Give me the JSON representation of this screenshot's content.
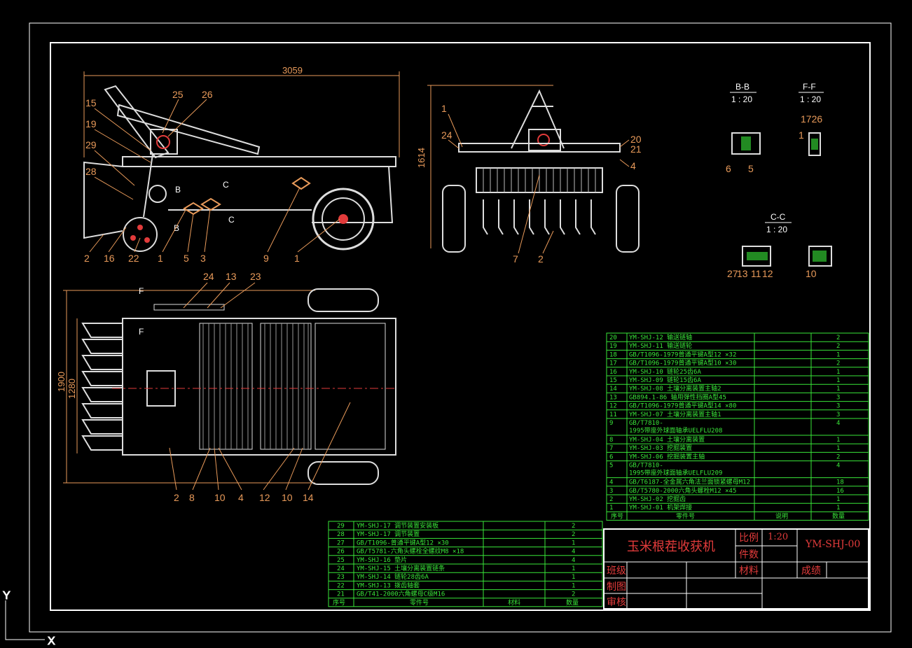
{
  "drawing": {
    "title": "玉米根茬收获机",
    "code": "YM-SHJ-00",
    "scale_label": "比例",
    "scale": "1:20",
    "count_label": "件数",
    "material_label": "材料",
    "grade_label": "成绩",
    "class_label": "班级",
    "drawn_label": "制图",
    "review_label": "审核"
  },
  "dimensions": {
    "length": "3059",
    "height": "1614",
    "width_outer": "1900",
    "width_inner": "1280"
  },
  "sections": {
    "bb": {
      "name": "B-B",
      "scale": "1 : 20"
    },
    "ff": {
      "name": "F-F",
      "scale": "1 : 20"
    },
    "cc": {
      "name": "C-C",
      "scale": "1 : 20"
    },
    "arrow_b": "B",
    "arrow_c": "C",
    "arrow_f": "F"
  },
  "callouts": {
    "side": [
      "15",
      "19",
      "29",
      "28",
      "25",
      "26",
      "2",
      "16",
      "22",
      "1",
      "5",
      "3",
      "9",
      "1"
    ],
    "front": [
      "1",
      "24",
      "20",
      "21",
      "4",
      "7",
      "2"
    ],
    "top": [
      "24",
      "13",
      "23",
      "2",
      "8",
      "10",
      "4",
      "12",
      "10",
      "14"
    ],
    "bb": [
      "6",
      "5"
    ],
    "ff": [
      "1726",
      "1"
    ],
    "cc": [
      "27",
      "13",
      "11",
      "12",
      "10"
    ]
  },
  "bom_right": {
    "headers": [
      "序号",
      "零件号",
      "",
      "说明",
      "数量"
    ],
    "rows": [
      {
        "no": "20",
        "part": "YM-SHJ-12  输送链轴",
        "qty": "2"
      },
      {
        "no": "19",
        "part": "YM-SHJ-11  输送链轮",
        "qty": "2"
      },
      {
        "no": "18",
        "part": "GB/T1096-1979普通平键A型12 ×32",
        "qty": "1"
      },
      {
        "no": "17",
        "part": "GB/T1096-1979普通平键A型10 ×30",
        "qty": "2"
      },
      {
        "no": "16",
        "part": "YM-SHJ-10   链轮25齿6A",
        "qty": "1"
      },
      {
        "no": "15",
        "part": "YM-SHJ-09  链轮15齿6A",
        "qty": "1"
      },
      {
        "no": "14",
        "part": "YM-SHJ-08 土壤分离装置主轴2",
        "qty": "1"
      },
      {
        "no": "13",
        "part": "GB894.1-86 轴用弹性挡圈A型45",
        "qty": "3"
      },
      {
        "no": "12",
        "part": "GB/T1096-1979普通平键A型14 ×80",
        "qty": "3"
      },
      {
        "no": "11",
        "part": "YM-SHJ-07 土壤分离装置主轴1",
        "qty": "3"
      },
      {
        "no": "9",
        "part": "GB/T7810-\n1995带座外球面轴承UELFLU208",
        "qty": "4"
      },
      {
        "no": "8",
        "part": "YM-SHJ-04 土壤分离装置",
        "qty": "1"
      },
      {
        "no": "7",
        "part": "YM-SHJ-03 挖掘装置",
        "qty": "1"
      },
      {
        "no": "6",
        "part": "YM-SHJ-06 挖掘装置主轴",
        "qty": "2"
      },
      {
        "no": "5",
        "part": "GB/T7810-\n1995带座外球面轴承UELFLU209",
        "qty": "4"
      },
      {
        "no": "4",
        "part": "GB/T6187-全金属六角法兰面锁紧螺母M12",
        "qty": "18"
      },
      {
        "no": "3",
        "part": "GB/T5780-2000六角头螺栓M12 ×45",
        "qty": "16"
      },
      {
        "no": "2",
        "part": "YM-SHJ-02  挖掘齿",
        "qty": "1"
      },
      {
        "no": "1",
        "part": "YM-SHJ-01  机架焊接",
        "qty": "1"
      }
    ],
    "footer": {
      "no": "序号",
      "part": "零件号",
      "desc": "说明",
      "qty": "数量"
    }
  },
  "bom_left": {
    "rows": [
      {
        "no": "29",
        "part": "YM-SHJ-17   调节装置安装板",
        "qty": "2"
      },
      {
        "no": "28",
        "part": "YM-SHJ-17  调节装置",
        "qty": "2"
      },
      {
        "no": "27",
        "part": "GB/T1096-普通平键A型12 ×30",
        "qty": "1"
      },
      {
        "no": "26",
        "part": "GB/T5781-六角头螺栓全螺纹M8 ×18",
        "qty": "4"
      },
      {
        "no": "25",
        "part": "YM-SHJ-16  垫片",
        "qty": "4"
      },
      {
        "no": "24",
        "part": "YM-SHJ-15  土壤分离装置链条",
        "qty": "1"
      },
      {
        "no": "23",
        "part": "YM-SHJ-14  链轮28齿6A",
        "qty": "1"
      },
      {
        "no": "22",
        "part": "YM-SHJ-13  拨齿轴套",
        "qty": "1"
      },
      {
        "no": "21",
        "part": "GB/T41-2000六角螺母C级M16",
        "qty": "2"
      }
    ],
    "footer": {
      "no": "序号",
      "part": "零件号",
      "mat": "材料",
      "qty": "数量"
    }
  },
  "ucs": {
    "y": "Y",
    "x": "X"
  },
  "colors": {
    "frame": "#ffffff",
    "dim": "#e89a5a",
    "table": "#39e639",
    "title": "#e23b3b",
    "part": "#e6e6e6"
  }
}
